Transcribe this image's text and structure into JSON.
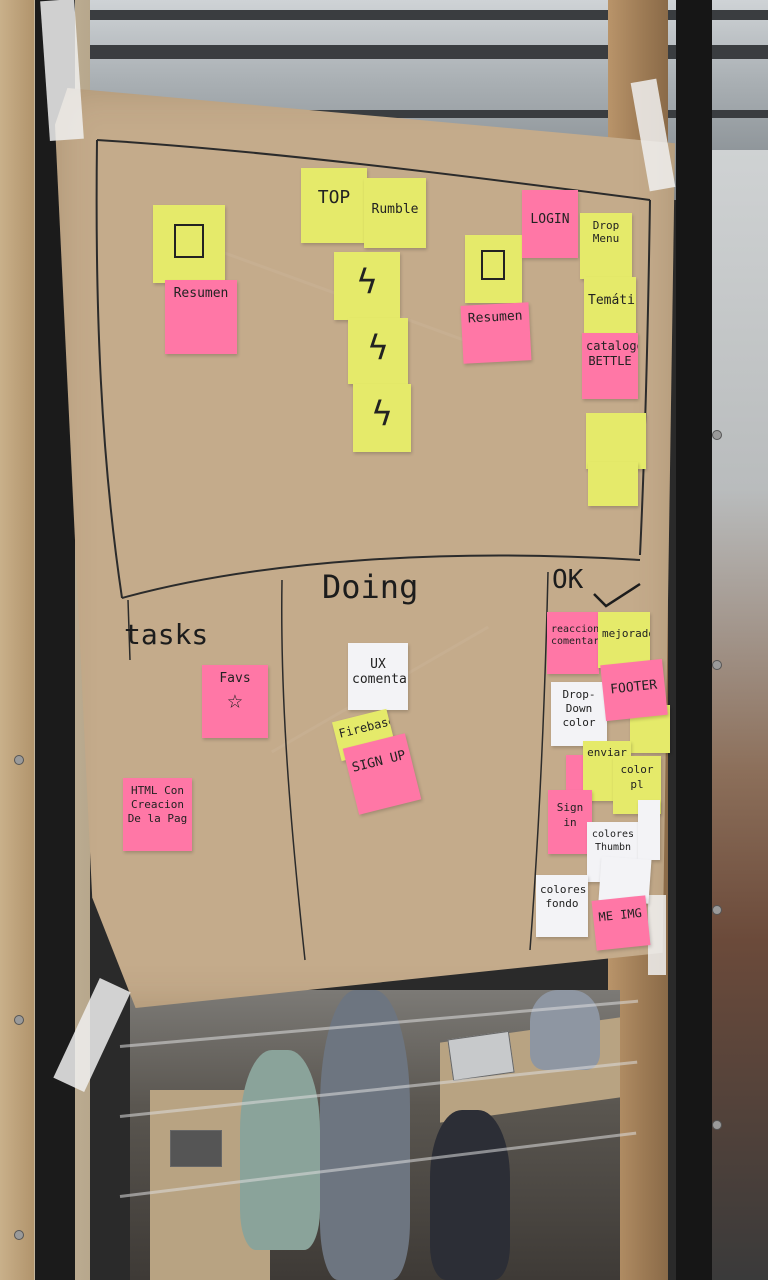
{
  "board": {
    "sections": {
      "tasks": "tasks",
      "doing": "Doing",
      "ok": "OK"
    },
    "notes": {
      "top": "TOP",
      "rumble": "Rumble",
      "login": "LOGIN",
      "dropmenu": "Drop Menu",
      "tematica": "Temática",
      "catalogo": "catalogo",
      "bettle": "BETTLE",
      "resumen_left": "Resumen",
      "resumen_right": "Resumen",
      "ux_comentario": "UX comentario",
      "firebase": "Firebase",
      "sign_up": "SIGN UP",
      "favs": "Favs",
      "html_creacion": "HTML Con Creacion De la Pag",
      "reaccion_comentario": "reaccion comentario",
      "mejorado": "mejorado",
      "drop_down_color": "Drop-Down color",
      "footer": "FOOTER",
      "enviar": "enviar",
      "color_pl": "color pl",
      "sign_in": "Sign in",
      "colores_thumbn": "colores Thumbn",
      "colores_fondo": "colores fondo",
      "me_img": "ME IMG"
    }
  },
  "colors": {
    "sticky_yellow": "#e5ea6a",
    "sticky_pink": "#ff77a6",
    "sticky_white": "#f3f3f6",
    "paper": "#c4ab8b"
  },
  "icons": {
    "lightning": "lightning-icon",
    "square": "square-icon",
    "star": "star-icon",
    "checkmark": "checkmark-icon"
  }
}
